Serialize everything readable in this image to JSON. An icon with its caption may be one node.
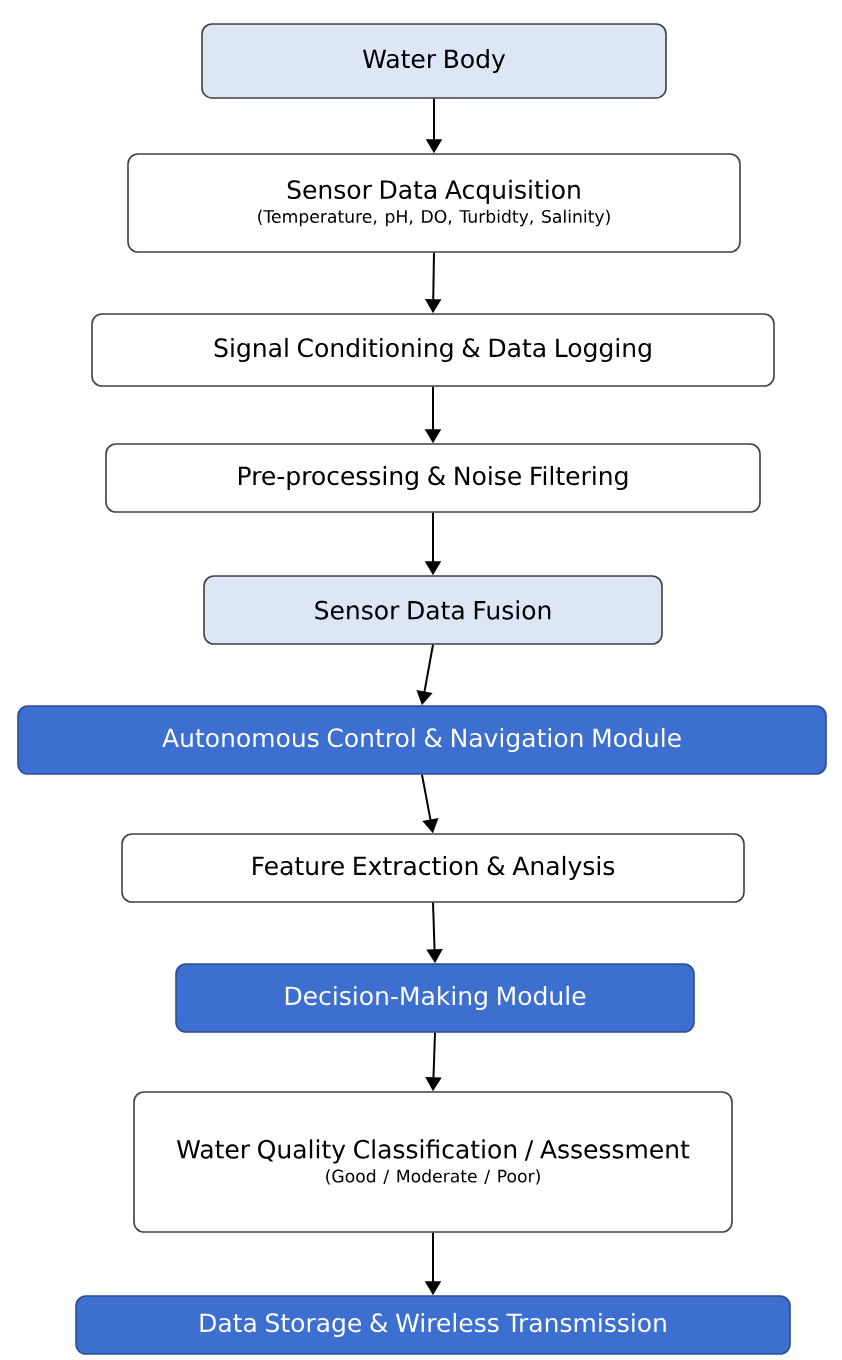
{
  "diagram": {
    "nodes": [
      {
        "text": [
          "Water Body"
        ]
      },
      {
        "text": [
          "Sensor Data Acquisition",
          "(Temperature, pH, DO, Turbidty, Salinity)"
        ]
      },
      {
        "text": [
          "Signal Conditioning & Data Logging"
        ]
      },
      {
        "text": [
          "Pre-processing & Noise Filtering"
        ]
      },
      {
        "text": [
          "Sensor Data Fusion"
        ]
      },
      {
        "text": [
          "Autonomous Control & Navigation Module"
        ]
      },
      {
        "text": [
          "Feature Extraction & Analysis"
        ]
      },
      {
        "text": [
          "Decision-Making Module"
        ]
      },
      {
        "text": [
          "Water Quality Classification / Assessment",
          "(Good / Moderate / Poor)"
        ]
      },
      {
        "text": [
          "Data Storage & Wireless Transmission"
        ]
      }
    ],
    "edges": [
      {
        "from": 0,
        "to": 1,
        "arrow": "to"
      },
      {
        "from": 1,
        "to": 2,
        "arrow": "to"
      },
      {
        "from": 2,
        "to": 3,
        "arrow": "to"
      },
      {
        "from": 3,
        "to": 4,
        "arrow": "to"
      },
      {
        "from": 4,
        "to": 5,
        "arrow": "to"
      },
      {
        "from": 5,
        "to": 6,
        "arrow": "to"
      },
      {
        "from": 6,
        "to": 7,
        "arrow": "to"
      },
      {
        "from": 7,
        "to": 8,
        "arrow": "to"
      },
      {
        "from": 8,
        "to": 9,
        "arrow": "to"
      }
    ]
  }
}
